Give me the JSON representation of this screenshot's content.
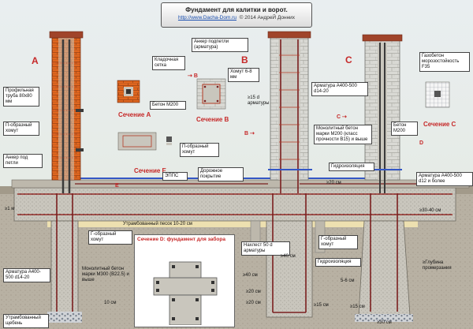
{
  "title": "Фундамент для калитки и ворот.",
  "url": "http://www.Dacha-Dom.ru",
  "copyright": "© 2014 АндреЙ Донних",
  "column_letters": {
    "a": "A",
    "b": "B",
    "c": "C"
  },
  "sections": {
    "a": "Сечение А",
    "b": "Сечение В",
    "c": "Сечение С",
    "e": "Сечение Е",
    "d_prefix": "Сечение D:",
    "d_rest": " фундамент для забора"
  },
  "labels": {
    "profile_pipe": "Профильная труба 80x80 мм",
    "masonry_mesh": "Кладочная сетка",
    "concrete_m200_a": "Бетон М200",
    "anchor_fill": "Анкер подпетли (арматура)",
    "clamp_6_8": "Хомут 6-8 мм",
    "min_15d": "≥15 d арматуры",
    "rebar_a400_14_20": "Арматура А400-500 d14-20",
    "gas_concrete": "Газобетон морозостойкость F35",
    "g_clamp_left": "П-образный хомут",
    "g_clamp_mid": "П-образный хомут",
    "monolith_b15": "Монолитный бетон марки М200 (класс прочности В15) и выше",
    "concrete_m200_c": "Бетон М200",
    "anchor_loops": "Анкер под петли",
    "epps": "ЭППС",
    "road_surface": "Дорожное покрытие",
    "waterproofing_top": "Гидроизоляция",
    "ge_20cm": "≥20 см",
    "rebar_a400_12": "Арматура А400-500 d12 и более",
    "ge_1m": "≥1 м",
    "sand_cushion": "Утрамбованный песок 10-20 см",
    "ge_30_40": "≥30-40 см",
    "g_clamp_bottom": "Г-образный хомут",
    "overlap_50d": "Нахлест 50 d арматуры",
    "g_clamp_right": "Г-образный хомут",
    "ge_40cm_h": "≥40 см",
    "waterproofing_bottom": "Гидроизоляция",
    "freeze_depth": "≥Глубина промерзания",
    "rebar_left_bottom": "Арматура А400-500 d14-20",
    "monolith_m300": "Монолитный бетон марки М300 (В22.5) и выше",
    "ge_40cm_v": "≥40 см",
    "ge_20cm_v": "≥20 см",
    "ge_20cm_v2": "≥20 см",
    "range_5_6": "5-6 см",
    "ge_15cm_a": "≥15 см",
    "ge_15cm_b": "≥15 см",
    "ten_cm": "10 см",
    "gravel": "Утрамбованный щебень",
    "ge_30cm": "≥30 см"
  },
  "markers": {
    "b1": "B",
    "b2": "B",
    "e1": "E",
    "e2": "E",
    "c1": "C",
    "d1": "D"
  },
  "colors": {
    "brick": "#e0661f",
    "brick_dark": "#9a3c12",
    "concrete": "#c9c6bd",
    "gas_block": "#d9d9d4",
    "rebar": "#7a1e1e",
    "accent_red": "#c62828",
    "wood_top": "#a0442a",
    "soil": "#b8b1a3",
    "sand": "#ede0b0",
    "epps_blue": "#3457c5"
  }
}
